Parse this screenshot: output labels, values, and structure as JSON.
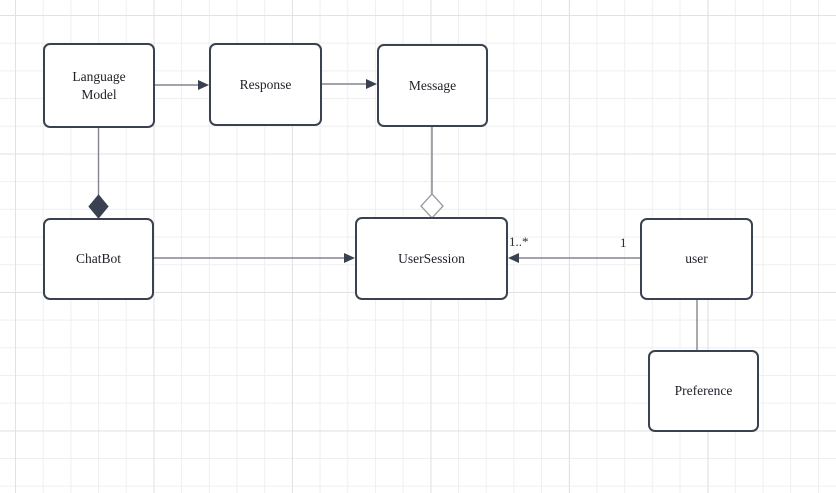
{
  "diagram": {
    "type": "uml-class-diagram",
    "nodes": [
      {
        "id": "language-model",
        "label": "Language Model"
      },
      {
        "id": "response",
        "label": "Response"
      },
      {
        "id": "message",
        "label": "Message"
      },
      {
        "id": "chatbot",
        "label": "ChatBot"
      },
      {
        "id": "usersession",
        "label": "UserSession"
      },
      {
        "id": "user",
        "label": "user"
      },
      {
        "id": "preference",
        "label": "Preference"
      }
    ],
    "edges": [
      {
        "from": "Language Model",
        "to": "Response",
        "type": "directed-arrow"
      },
      {
        "from": "Response",
        "to": "Message",
        "type": "directed-arrow"
      },
      {
        "from": "Language Model",
        "to": "ChatBot",
        "type": "composition-filled-diamond"
      },
      {
        "from": "Message",
        "to": "UserSession",
        "type": "aggregation-hollow-diamond"
      },
      {
        "from": "ChatBot",
        "to": "UserSession",
        "type": "directed-arrow"
      },
      {
        "from": "user",
        "to": "UserSession",
        "type": "directed-arrow",
        "source_multiplicity": "1",
        "target_multiplicity": "1..*"
      },
      {
        "from": "user",
        "to": "Preference",
        "type": "plain-line"
      }
    ],
    "edge_labels": {
      "usersession_multiplicity": "1..*",
      "user_multiplicity": "1"
    },
    "colors": {
      "node_border": "#3a4150",
      "node_fill": "#ffffff",
      "connector": "#82868e",
      "arrowhead": "#3a4150",
      "hollow_diamond_stroke": "#9aa0a8",
      "grid_minor": "#efefef",
      "grid_major": "#e2e2e2",
      "text": "#1c1f26"
    }
  }
}
